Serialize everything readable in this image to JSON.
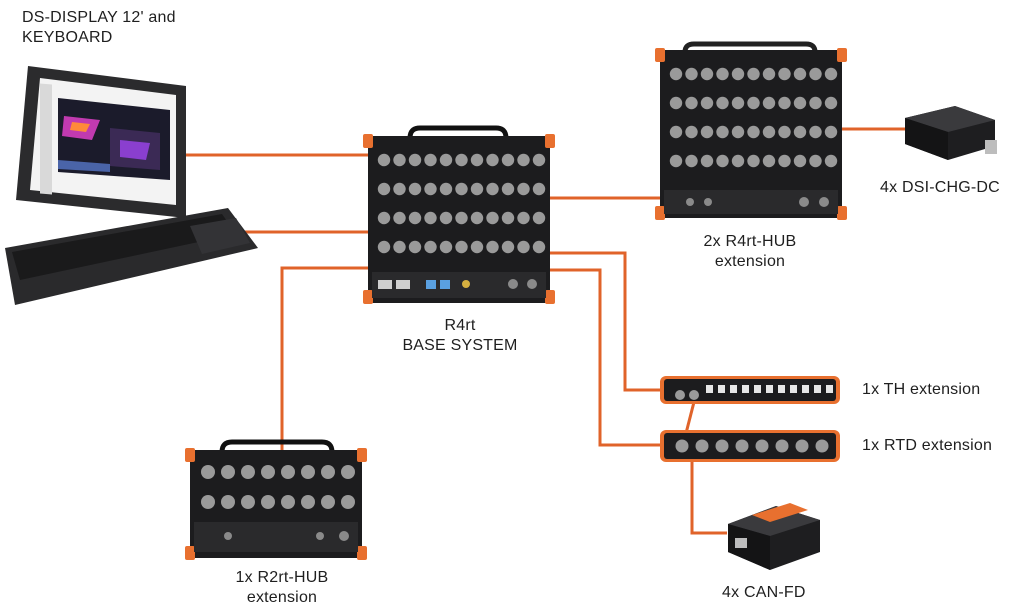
{
  "colors": {
    "cable": "#e0632a",
    "device_body": "#1c1c1e",
    "device_panel": "#2a2a2c",
    "accent": "#e8702f",
    "knob": "#9a9a9a",
    "label": "#1f1f1f"
  },
  "labels": {
    "display": "DS-DISPLAY 12' and\nKEYBOARD",
    "base": "R4rt\nBASE SYSTEM",
    "r4_hub": "2x R4rt-HUB\nextension",
    "dsi": "4x DSI-CHG-DC",
    "th": "1x TH extension",
    "rtd": "1x RTD extension",
    "r2_hub": "1x R2rt-HUB\nextension",
    "can": "4x CAN-FD"
  },
  "devices": [
    {
      "id": "display",
      "icon": "tablet-display-icon"
    },
    {
      "id": "keyboard",
      "icon": "keyboard-icon"
    },
    {
      "id": "base",
      "icon": "r4rt-base-system-icon"
    },
    {
      "id": "r4_hub",
      "icon": "r4rt-hub-icon"
    },
    {
      "id": "dsi",
      "icon": "dsi-chg-dc-icon"
    },
    {
      "id": "th",
      "icon": "th-extension-icon"
    },
    {
      "id": "rtd",
      "icon": "rtd-extension-icon"
    },
    {
      "id": "r2_hub",
      "icon": "r2rt-hub-icon"
    },
    {
      "id": "can",
      "icon": "can-fd-icon"
    }
  ]
}
